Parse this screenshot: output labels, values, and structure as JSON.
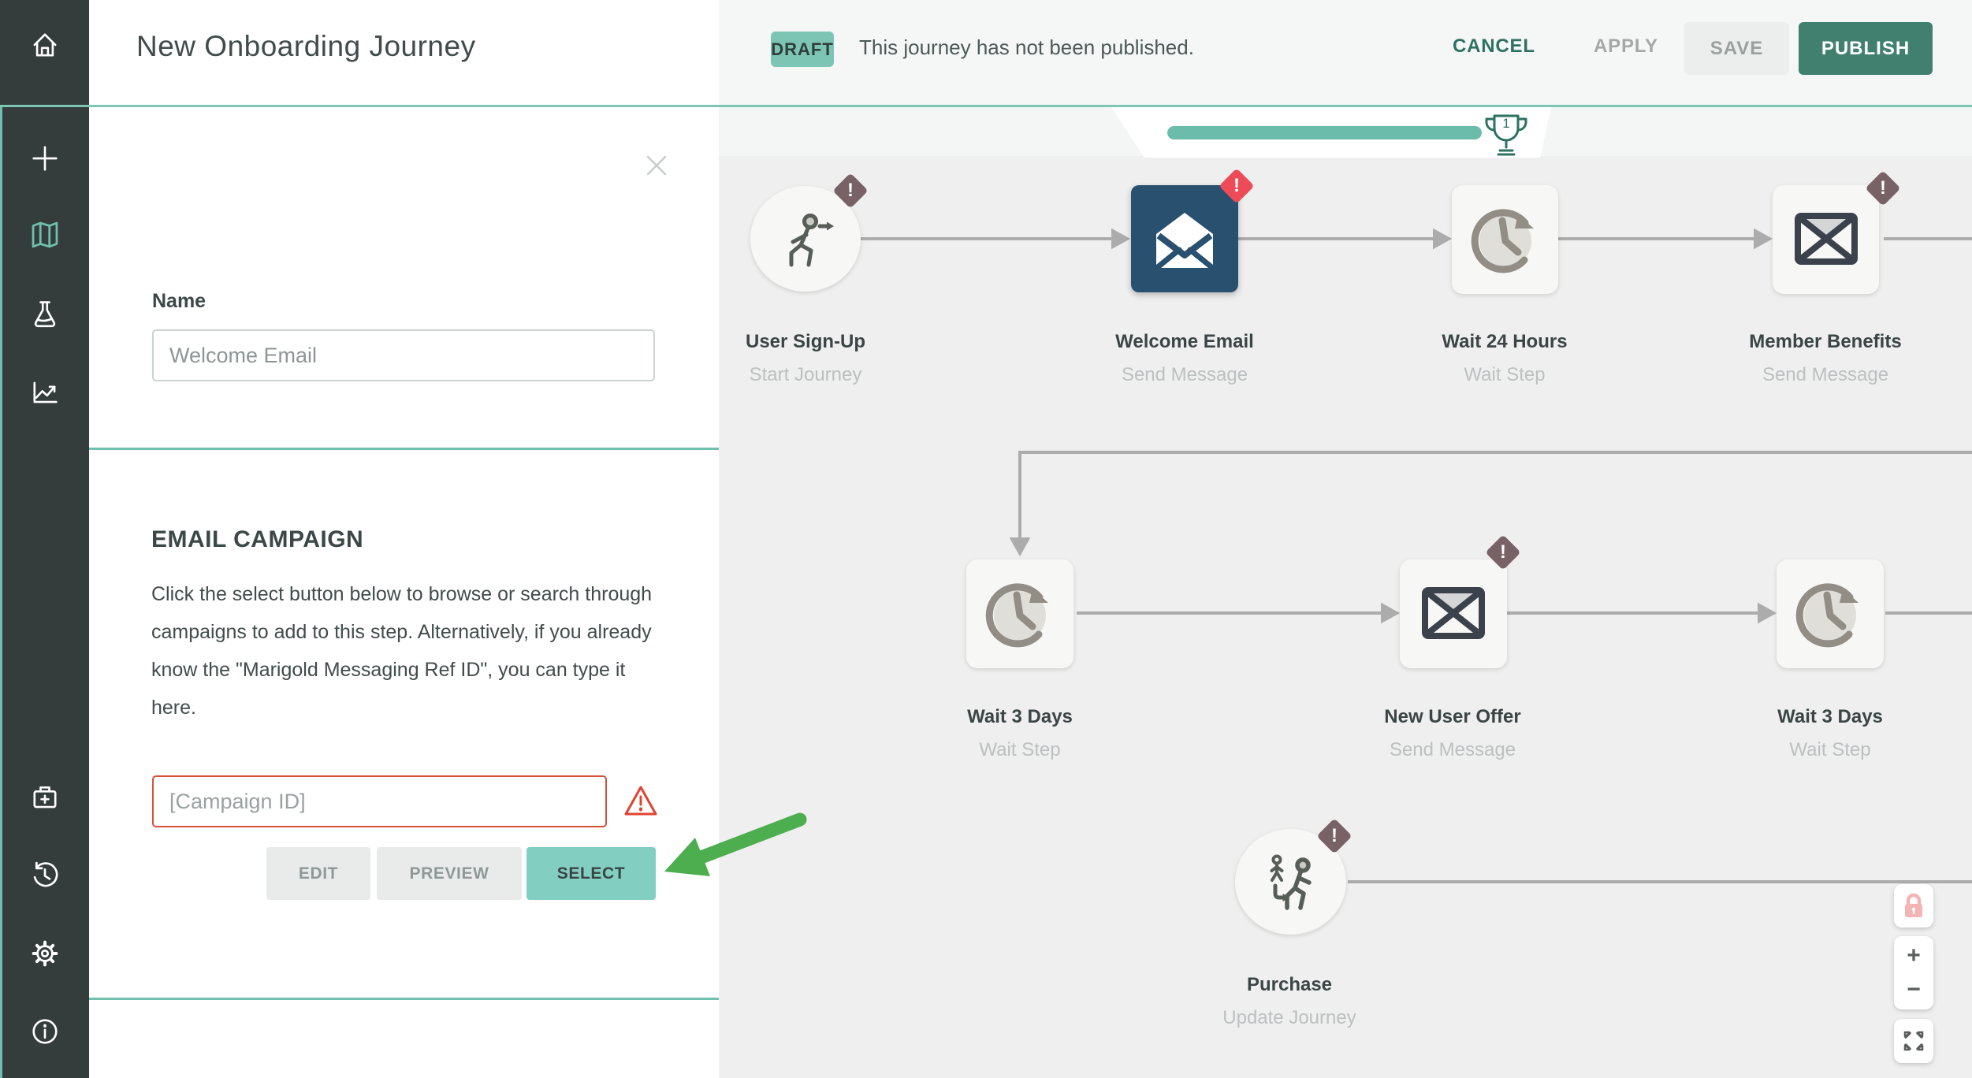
{
  "colors": {
    "accent_teal": "#7cc6b4",
    "sidebar_bg": "#343c3c",
    "publish_green": "#41806f",
    "selected_node_navy": "#29506f",
    "error_red": "#d6503c",
    "warning_badge_dark": "#786266",
    "warning_badge_red": "#ee4b59",
    "callout_arrow_green": "#4cae4f",
    "progress_teal": "#6cbcab",
    "draft_badge_bg": "#7cc5b4"
  },
  "header": {
    "title": "New Onboarding Journey",
    "status_badge": "DRAFT",
    "status_text": "This journey has not been published.",
    "cancel_label": "CANCEL",
    "apply_label": "APPLY",
    "save_label": "SAVE",
    "publish_label": "PUBLISH"
  },
  "sidebar": {
    "items": [
      {
        "id": "home"
      },
      {
        "id": "add"
      },
      {
        "id": "journeys",
        "active": true
      },
      {
        "id": "experiments"
      },
      {
        "id": "analytics"
      },
      {
        "id": "briefcase-add"
      },
      {
        "id": "history"
      },
      {
        "id": "settings"
      },
      {
        "id": "info"
      }
    ]
  },
  "panel": {
    "name_label": "Name",
    "name_value": "Welcome Email",
    "section_title": "EMAIL CAMPAIGN",
    "section_description": "Click the select button below to browse or search through campaigns to add to this step. Alternatively, if you already know the \"Marigold Messaging Ref ID\", you can type it here.",
    "campaign_placeholder": "[Campaign ID]",
    "edit_label": "EDIT",
    "preview_label": "PREVIEW",
    "select_label": "SELECT"
  },
  "canvas": {
    "progress": {
      "trophy_number": "1"
    },
    "nodes": [
      {
        "title": "User Sign-Up",
        "subtitle": "Start Journey",
        "type": "start",
        "warning": "dark"
      },
      {
        "title": "Welcome Email",
        "subtitle": "Send Message",
        "type": "message",
        "warning": "red",
        "selected": true
      },
      {
        "title": "Wait 24 Hours",
        "subtitle": "Wait Step",
        "type": "wait"
      },
      {
        "title": "Member Benefits",
        "subtitle": "Send Message",
        "type": "message",
        "warning": "dark"
      },
      {
        "title": "Wait 3 Days",
        "subtitle": "Wait Step",
        "type": "wait"
      },
      {
        "title": "New User Offer",
        "subtitle": "Send Message",
        "type": "message",
        "warning": "dark"
      },
      {
        "title": "Wait 3 Days",
        "subtitle": "Wait Step",
        "type": "wait"
      },
      {
        "title": "Purchase",
        "subtitle": "Update Journey",
        "type": "update",
        "warning": "dark"
      }
    ],
    "controls": {
      "zoom_in": "+",
      "zoom_out": "−"
    }
  }
}
